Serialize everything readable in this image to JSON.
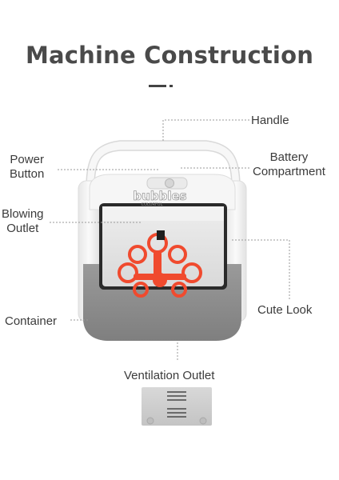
{
  "title": "Machine Construction",
  "product": {
    "logo_main": "bubbles",
    "logo_sub": "COLORFUL"
  },
  "callouts": {
    "handle": "Handle",
    "power_button": [
      "Power",
      "Button"
    ],
    "battery_compartment": [
      "Battery",
      "Compartment"
    ],
    "blowing_outlet": [
      "Blowing",
      "Outlet"
    ],
    "cute_look": "Cute Look",
    "container": "Container",
    "ventilation_outlet": "Ventilation Outlet"
  },
  "colors": {
    "body_white": "#f4f4f4",
    "body_gray": "#8c8c8c",
    "bubble_wand": "#f04a2e",
    "leader_line": "#9a9a9a"
  }
}
